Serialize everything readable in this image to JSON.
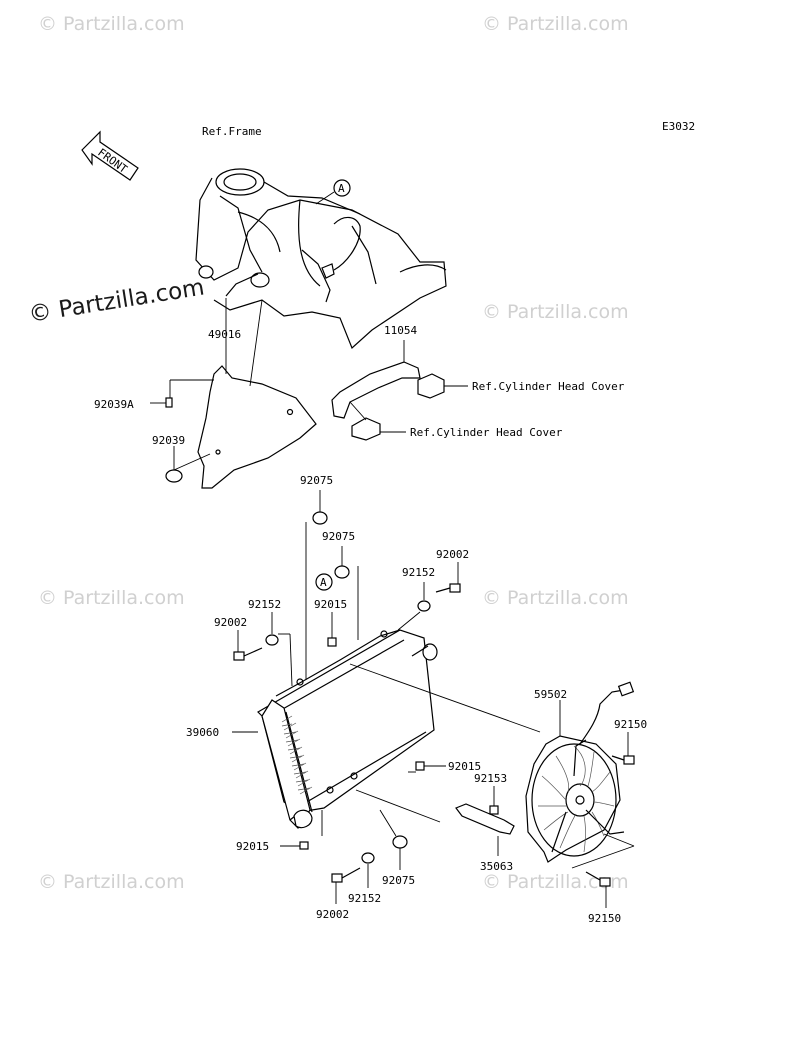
{
  "diagram_code": "E3032",
  "front_label": "FRONT",
  "watermark": "© Partzilla.com",
  "watermark_main": "© Partzilla.com",
  "refs": {
    "frame": "Ref.Frame",
    "cyl_head_1": "Ref.Cylinder Head Cover",
    "cyl_head_2": "Ref.Cylinder Head Cover"
  },
  "ref_marker": "A",
  "parts": {
    "p49016": "49016",
    "p11054": "11054",
    "p92039A": "92039A",
    "p92039": "92039",
    "p92075_top": "92075",
    "p92075_mid": "92075",
    "p92075_bot": "92075",
    "p92002_right": "92002",
    "p92152_right": "92152",
    "p92015_top": "92015",
    "p92152_left": "92152",
    "p92002_left": "92002",
    "p39060": "39060",
    "p59502": "59502",
    "p92150_top": "92150",
    "p92015_mid": "92015",
    "p92153": "92153",
    "p92015_bot": "92015",
    "p35063": "35063",
    "p92152_bot": "92152",
    "p92002_bot": "92002",
    "p92150_bot": "92150"
  }
}
